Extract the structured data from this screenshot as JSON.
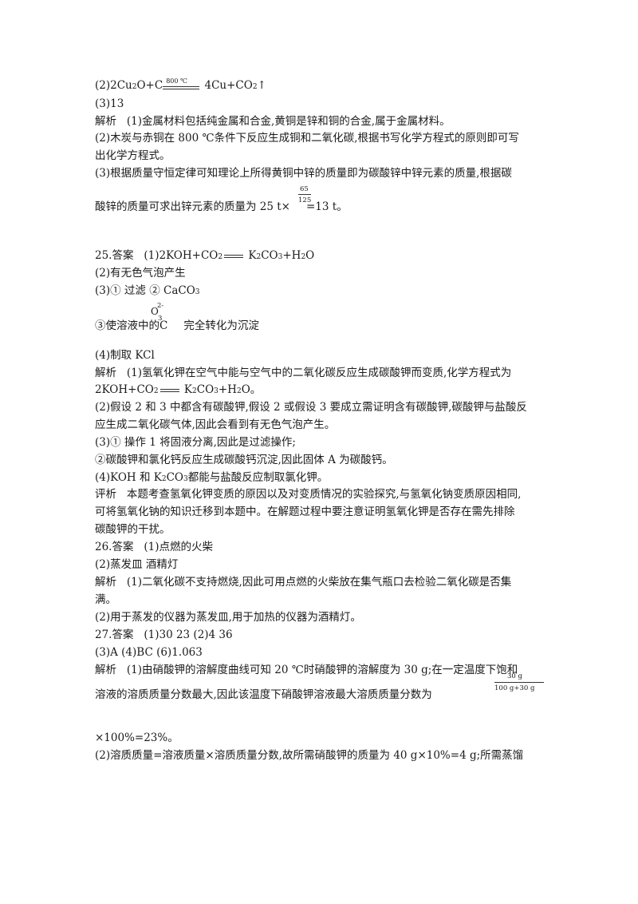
{
  "q24": {
    "eq_left": "(2)2Cu",
    "eq_sub_2": "2",
    "eq_mid": "O+C",
    "eq_cond": "800 ℃",
    "eq_right": "4Cu+CO",
    "eq_sub_co2": "2",
    "eq_arrow": "↑",
    "a3": "(3)13",
    "j_label": "解析",
    "j1": "(1)金属材料包括纯金属和合金,黄铜是锌和铜的合金,属于金属材料。",
    "j2a": "(2)木炭与赤铜在 800 ℃条件下反应生成铜和二氧化碳,根据书写化学方程式的原则即可写",
    "j2b": "出化学方程式。",
    "j3a": "(3)根据质量守恒定律可知理论上所得黄铜中锌的质量即为碳酸锌中锌元素的质量,根据碳",
    "frac_num": "65",
    "frac_den": "125",
    "j3b_pre": "酸锌的质量可求出锌元素的质量为 25 t×",
    "j3b_post": "=13 t。"
  },
  "q25": {
    "head": "25.答案",
    "a1_pre": "(1)2KOH+CO",
    "a1_sub": "2",
    "a1_mid": " K",
    "a1_sub2": "2",
    "a1_co": "CO",
    "a1_sub3": "3",
    "a1_h": "+H",
    "a1_sub4": "2",
    "a1_o": "O",
    "a2": "(2)有无色气泡产生",
    "a3": "(3)① 过滤  ② CaCO",
    "a3_sub": "3",
    "ion_sup": "2-",
    "ion_sub": "3",
    "ion_c": "C",
    "ion_o": "O",
    "a3c_pre": "③使溶液中的",
    "a3c_post": "完全转化为沉淀",
    "a4": "(4)制取 KCl",
    "j_label": "解析",
    "j1a": "(1)氢氧化钾在空气中能与空气中的二氧化碳反应生成碳酸钾而变质,化学方程式为",
    "j1b_pre": "2KOH+CO",
    "j1b_sub": "2",
    "j1b_mid": " K",
    "j1b_sub2": "2",
    "j1b_co": "CO",
    "j1b_sub3": "3",
    "j1b_h": "+H",
    "j1b_sub4": "2",
    "j1b_o": "O。",
    "j2a": "(2)假设 2 和 3 中都含有碳酸钾,假设 2 或假设 3 要成立需证明含有碳酸钾,碳酸钾与盐酸反",
    "j2b": "应生成二氧化碳气体,因此会看到有无色气泡产生。",
    "j3a": "(3)① 操作 1 将固液分离,因此是过滤操作;",
    "j3b": "②碳酸钾和氯化钙反应生成碳酸钙沉淀,因此固体 A 为碳酸钙。",
    "j4_pre": "(4)KOH 和 K",
    "j4_sub": "2",
    "j4_co": "CO",
    "j4_sub3": "3",
    "j4_post": "都能与盐酸反应制取氯化钾。",
    "p_label": "评析",
    "p1": "本题考查氢氧化钾变质的原因以及对变质情况的实验探究,与氢氧化钠变质原因相同,",
    "p2": "可将氢氧化钠的知识迁移到本题中。在解题过程中要注意证明氢氧化钾是否存在需先排除",
    "p3": "碳酸钾的干扰。"
  },
  "q26": {
    "head": "26.答案",
    "a1": "(1)点燃的火柴",
    "a2": "(2)蒸发皿   酒精灯",
    "j_label": "解析",
    "j1a": "(1)二氧化碳不支持燃烧,因此可用点燃的火柴放在集气瓶口去检验二氧化碳是否集",
    "j1b": "满。",
    "j2": "(2)用于蒸发的仪器为蒸发皿,用于加热的仪器为酒精灯。"
  },
  "q27": {
    "head": "27.答案",
    "a1": "(1)30   23   (2)4   36",
    "a2": "(3)A   (4)BC   (6)1.063",
    "j_label": "解析",
    "j1a": "(1)由硝酸钾的溶解度曲线可知 20 ℃时硝酸钾的溶解度为 30 g;在一定温度下饱和",
    "frac_num": "30 g",
    "frac_den": "100 g+30 g",
    "j1b": "溶液的溶质质量分数最大,因此该温度下硝酸钾溶液最大溶质质量分数为",
    "j1c": "×100%=23%。",
    "j2": "(2)溶质质量=溶液质量×溶质质量分数,故所需硝酸钾的质量为 40 g×10%=4 g;所需蒸馏"
  }
}
